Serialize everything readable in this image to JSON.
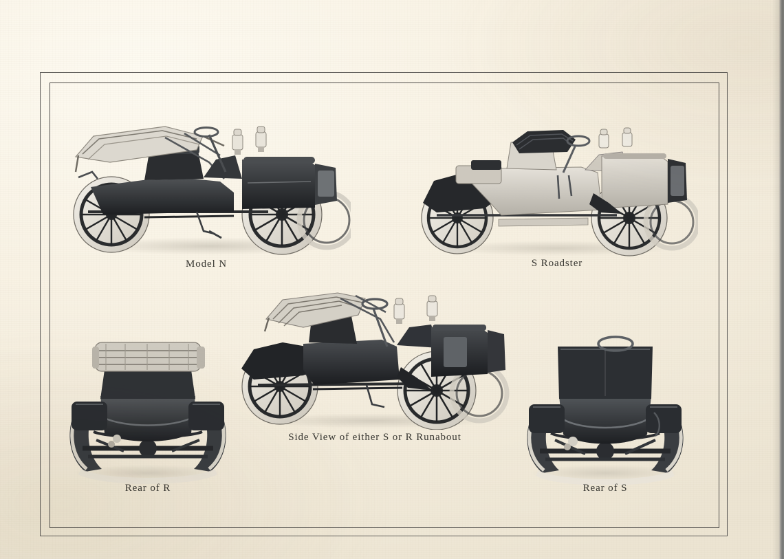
{
  "page": {
    "kind": "printed-catalogue-plate",
    "paper_color": "#f7f1e3",
    "rule_color": "#5d5b58",
    "caption_color": "#35342f"
  },
  "plate": {
    "figures": [
      {
        "id": "model-n",
        "caption": "Model N",
        "view": "side",
        "body_tone": "dark",
        "has_folded_top": true,
        "lamps": 2,
        "wheels": 4
      },
      {
        "id": "s-roadster",
        "caption": "S Roadster",
        "view": "side",
        "body_tone": "light",
        "has_folded_top": true,
        "lamps": 2,
        "wheels": 4
      },
      {
        "id": "side-view-runabout",
        "caption": "Side View of either S or R Runabout",
        "view": "side",
        "body_tone": "dark",
        "has_folded_top": true,
        "lamps": 2,
        "wheels": 4
      },
      {
        "id": "rear-of-r",
        "caption": "Rear of R",
        "view": "rear",
        "body_tone": "dark",
        "has_folded_top": true,
        "lamps": 0,
        "wheels": 2
      },
      {
        "id": "rear-of-s",
        "caption": "Rear of S",
        "view": "rear",
        "body_tone": "dark",
        "has_folded_top": false,
        "lamps": 0,
        "wheels": 2
      }
    ]
  }
}
